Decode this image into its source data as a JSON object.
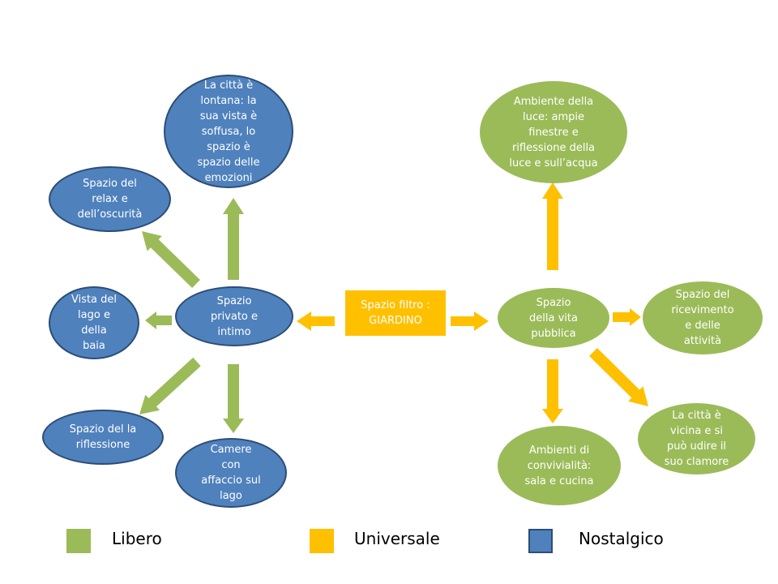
{
  "colors": {
    "libero": "#9bbb59",
    "universale": "#ffc000",
    "nostalgico": "#4f81bd",
    "nostalgico_border": "#2c4d75"
  },
  "center": {
    "label": "Spazio filtro :\nGIARDINO"
  },
  "left": {
    "hub": "Spazio\nprivato e\nintimo",
    "city": "La città è\nlontana: la\nsua vista è\nsoffusa, lo\nspazio è\nspazio delle\nemozioni",
    "relax": "Spazio del\nrelax e\ndell’oscurità",
    "lake_view": "Vista del\nlago e\ndella\nbaia",
    "reflection": "Spazio del la\nriflessione",
    "rooms": "Camere\ncon\naffaccio sul\nlago"
  },
  "right": {
    "hub": "Spazio\ndella vita\npubblica",
    "light": "Ambiente della\nluce: ampie\nfinestre e\nriflessione della\nluce e sull’acqua",
    "reception": "Spazio del\nricevimento\ne delle\nattività",
    "city_near": "La città è\nvicina  e si\npuò udire il\nsuo clamore",
    "conviviality": "Ambienti di\nconvivialità:\nsala e cucina"
  },
  "legend": [
    {
      "label": "Libero",
      "color": "#9bbb59"
    },
    {
      "label": "Universale",
      "color": "#ffc000"
    },
    {
      "label": "Nostalgico",
      "color": "#4f81bd"
    }
  ]
}
